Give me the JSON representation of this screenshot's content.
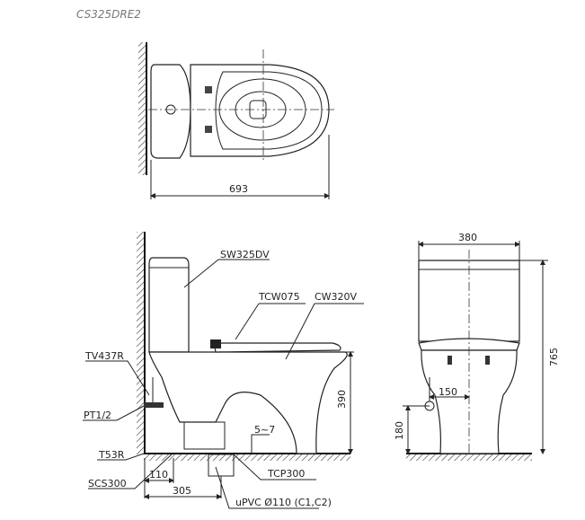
{
  "title": "CS325DRE2",
  "top_view": {
    "width_dim": "693"
  },
  "side_view": {
    "labels": {
      "tank": "SW325DV",
      "seat": "TCW075",
      "bowl": "CW320V",
      "valve": "TV437R",
      "pipe_thread": "PT1/2",
      "hose": "T53R",
      "screw": "SCS300",
      "flange": "TCP300",
      "drain": "uPVC Ø110 (C1,C2)",
      "gap": "5~7"
    },
    "dims": {
      "height": "390",
      "wall_offset": "110",
      "rough_in": "305"
    }
  },
  "front_view": {
    "dims": {
      "width": "380",
      "total_height": "765",
      "supply_height": "180",
      "supply_offset": "150"
    }
  }
}
